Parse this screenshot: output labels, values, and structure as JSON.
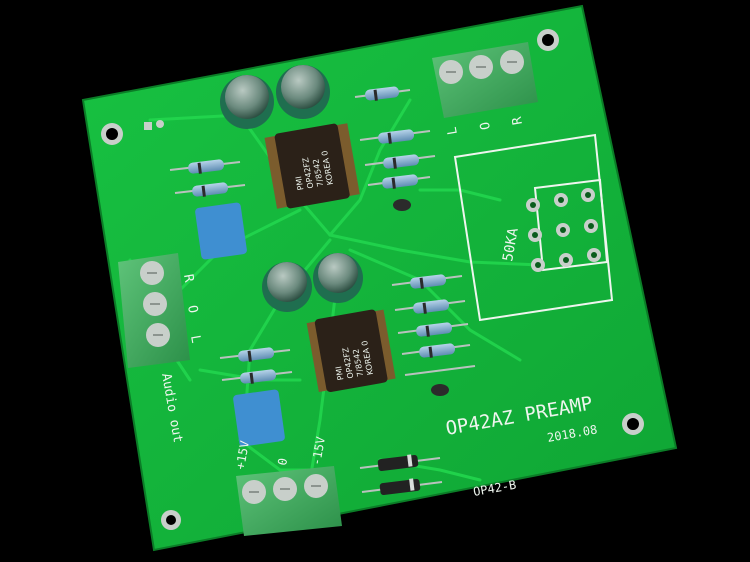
{
  "board": {
    "title": "OP42AZ PREAMP",
    "date": "2018.08",
    "board_id": "OP42-B",
    "audio_out_label": "Audio out",
    "pot_label": "50KA",
    "out_terminal_labels": [
      "R",
      "O",
      "L"
    ],
    "in_terminal_labels": [
      "L",
      "O",
      "R"
    ],
    "power_labels": [
      "+15V",
      "0",
      "-15V"
    ],
    "chip_text_lines": [
      "PMI",
      "OP42FZ",
      "7/8542",
      "KOREA 0"
    ]
  },
  "colors": {
    "pcb": "#13b53a",
    "pcb_dark": "#0e8f2e",
    "trace": "#22d24d",
    "silkscreen": "#eef5ee",
    "terminal": "#3aa55a",
    "capacitor_box": "#3f8fd1",
    "electrolytic": "#1f6e4f",
    "chip": "#2b2118",
    "background": "#000000"
  }
}
